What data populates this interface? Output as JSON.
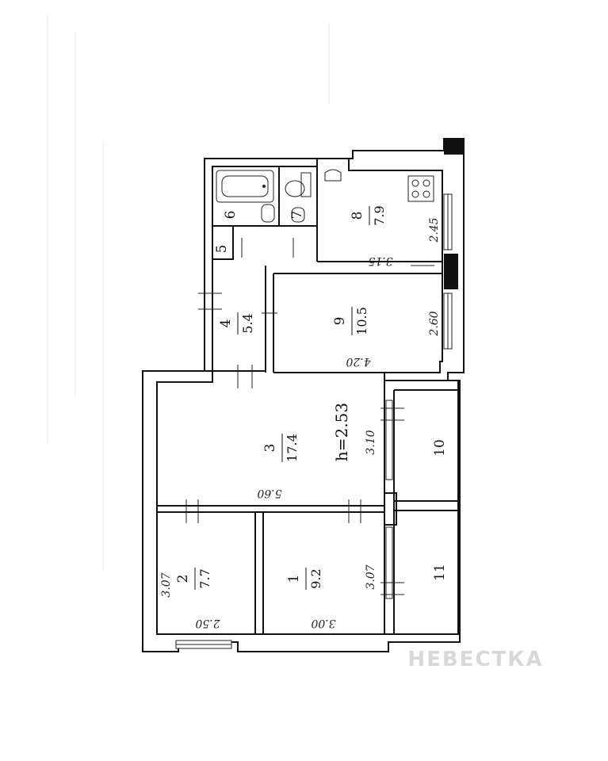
{
  "plan": {
    "rooms": [
      {
        "id": "1",
        "number": "1",
        "area": "9.2"
      },
      {
        "id": "2",
        "number": "2",
        "area": "7.7"
      },
      {
        "id": "3",
        "number": "3",
        "area": "17.4"
      },
      {
        "id": "4",
        "number": "4",
        "area": "5.4"
      },
      {
        "id": "5",
        "number": "5"
      },
      {
        "id": "6",
        "number": "6"
      },
      {
        "id": "7",
        "number": "7"
      },
      {
        "id": "8",
        "number": "8",
        "area": "7.9"
      },
      {
        "id": "9",
        "number": "9",
        "area": "10.5"
      },
      {
        "id": "10",
        "number": "10"
      },
      {
        "id": "11",
        "number": "11"
      }
    ],
    "ceiling_height": "h=2.53",
    "dimensions": {
      "d_3_15": "3.15",
      "d_2_45": "2.45",
      "d_4_20": "4.20",
      "d_2_60": "2.60",
      "d_3_10": "3.10",
      "d_5_60": "5.60",
      "d_3_07_left": "3.07",
      "d_3_07_mid": "3.07",
      "d_2_50": "2.50",
      "d_3_00": "3.00"
    },
    "watermark": "НЕВЕСТКА"
  }
}
